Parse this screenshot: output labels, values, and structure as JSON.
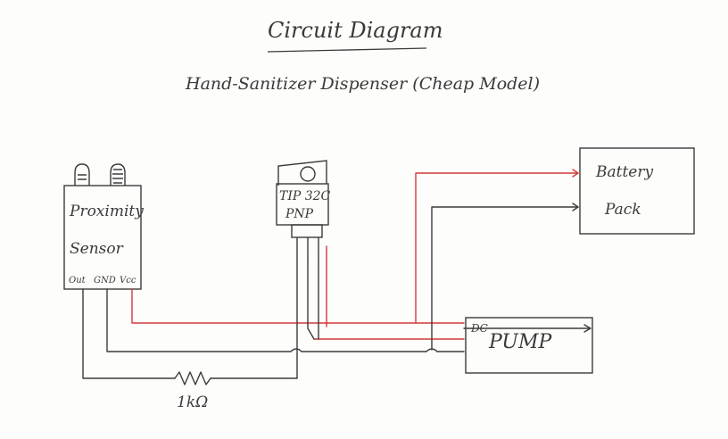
{
  "title": "Circuit Diagram",
  "subtitle": "Hand-Sanitizer Dispenser (Cheap Model)",
  "components": {
    "sensor": {
      "line1": "Proximity",
      "line2": "Sensor",
      "pins": [
        "Out",
        "GND",
        "Vcc"
      ]
    },
    "transistor": {
      "line1": "TIP 32C",
      "line2": "PNP"
    },
    "battery": {
      "line1": "Battery",
      "line2": "Pack"
    },
    "pump": {
      "line1": "DC",
      "line2": "PUMP"
    },
    "resistor": {
      "label": "1kΩ"
    }
  },
  "colors": {
    "ink": "#3b3b3b",
    "positive_wire": "#d23a3a",
    "paper": "#fdfdfb"
  }
}
